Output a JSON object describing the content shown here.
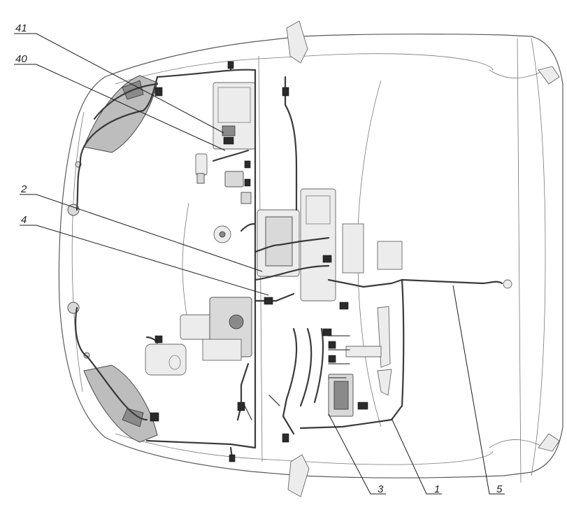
{
  "figure": {
    "callouts": [
      {
        "id": "c41",
        "label": "41"
      },
      {
        "id": "c40",
        "label": "40"
      },
      {
        "id": "c2",
        "label": "2"
      },
      {
        "id": "c4",
        "label": "4"
      },
      {
        "id": "c3",
        "label": "3"
      },
      {
        "id": "c1",
        "label": "1"
      },
      {
        "id": "c5",
        "label": "5"
      }
    ]
  }
}
